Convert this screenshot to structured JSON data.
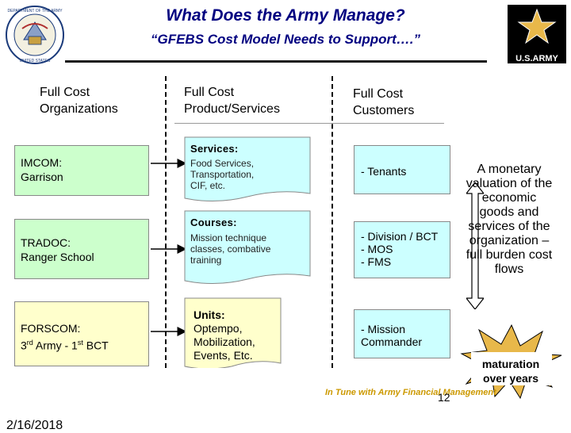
{
  "header": {
    "title": "What Does the Army Manage?",
    "subtitle": "“GFEBS Cost Model Needs to Support….”",
    "army_logo_text": "U.S.ARMY",
    "seal_text": "DEPARTMENT OF THE ARMY · UNITED STATES OF AMERICA"
  },
  "columns": {
    "organizations": {
      "line1": "Full Cost",
      "line2": "Organizations"
    },
    "products": {
      "line1": "Full Cost",
      "line2": "Product/Services"
    },
    "customers": {
      "line1": "Full Cost",
      "line2": "Customers"
    }
  },
  "organizations": [
    {
      "line1": "IMCOM:",
      "line2": "Garrison"
    },
    {
      "line1": "TRADOC:",
      "line2": "Ranger School"
    },
    {
      "prefix": "FORSCOM:",
      "line2_a": "3",
      "line2_sup1": "rd",
      "line2_b": " Army - 1",
      "line2_sup2": "st",
      "line2_c": " BCT"
    }
  ],
  "products": [
    {
      "heading": "Services:",
      "line1": "Food Services,",
      "line2": "Transportation,",
      "line3": "CIF, etc."
    },
    {
      "heading": "Courses:",
      "line1": "Mission technique",
      "line2": "classes, combative",
      "line3": "training"
    },
    {
      "heading": "Units:",
      "line1": "Optempo,",
      "line2": "Mobilization,",
      "line3": "Events, Etc."
    }
  ],
  "customers": [
    {
      "line1": "- Tenants"
    },
    {
      "line1": "- Division / BCT",
      "line2": "- MOS",
      "line3": "- FMS"
    },
    {
      "line1": "- Mission",
      "line2": "Commander"
    }
  ],
  "note": {
    "line1": "A monetary",
    "line2": "valuation of the",
    "line3": "economic",
    "line4": "goods and",
    "line5": "services of the",
    "line6": "organization –",
    "line7": "full burden cost",
    "line8": "flows"
  },
  "maturation": {
    "line1": "maturation",
    "line2": "over years"
  },
  "footer": {
    "tagline": "In Tune with Army Financial Management",
    "page_number": "12",
    "date": "2/16/2018"
  },
  "colors": {
    "title": "#000080",
    "org_green": "#ccffcc",
    "org_yellow": "#ffffcc",
    "customer_cyan": "#ccffff",
    "star_fill": "#e8b84a",
    "footer_gold": "#cc9900"
  }
}
